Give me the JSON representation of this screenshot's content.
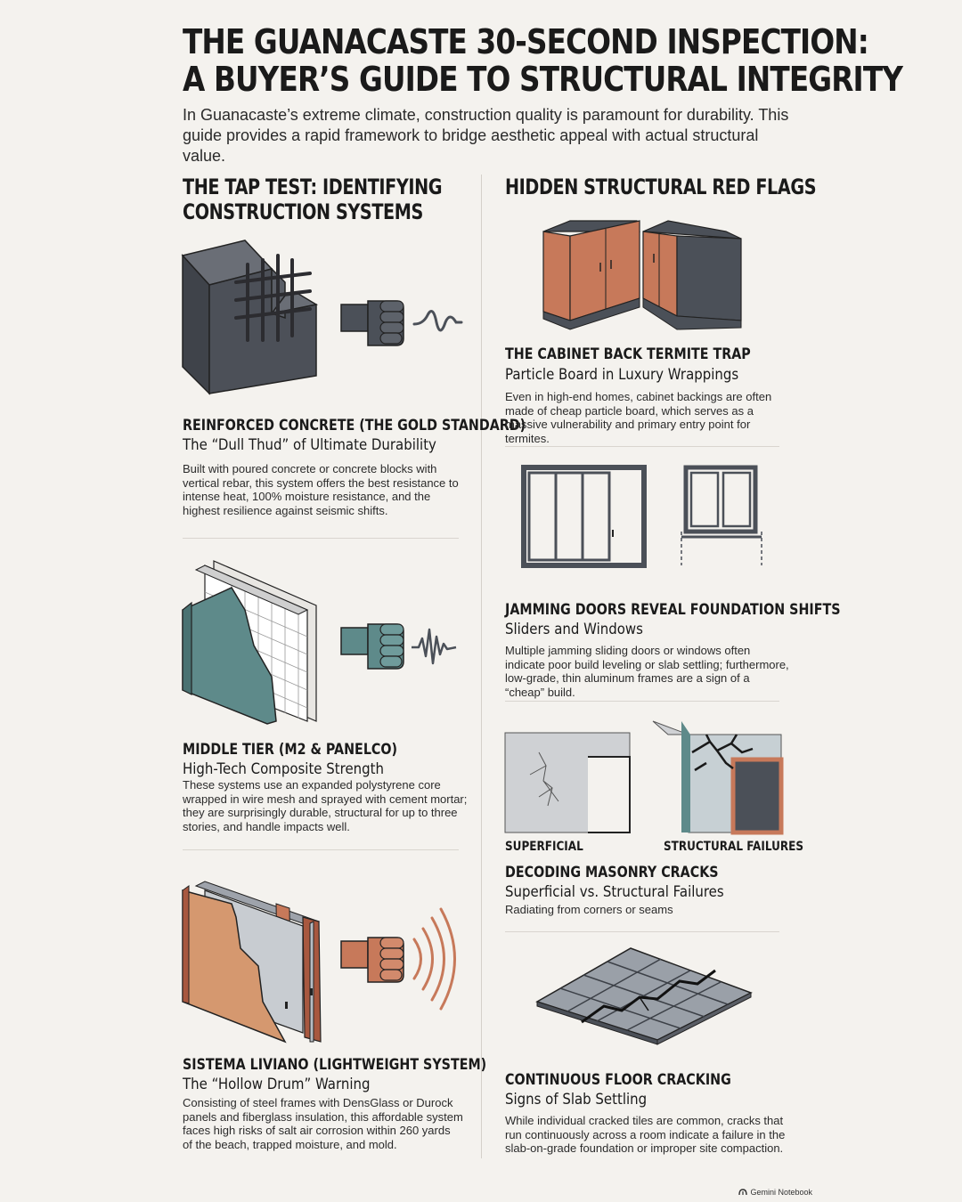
{
  "header": {
    "title_line1": "THE GUANACASTE 30-SECOND INSPECTION:",
    "title_line2": "A BUYER’S GUIDE TO STRUCTURAL INTEGRITY",
    "intro": "In Guanacaste’s extreme climate, construction quality is paramount for durability. This guide provides a rapid framework to bridge aesthetic appeal with actual structural value."
  },
  "left": {
    "heading_line1": "THE TAP TEST: IDENTIFYING",
    "heading_line2": "CONSTRUCTION SYSTEMS",
    "items": [
      {
        "title": "REINFORCED CONCRETE (THE GOLD STANDARD)",
        "subtitle": "The “Dull Thud” of Ultimate Durability",
        "body": "Built with poured concrete or concrete blocks with vertical rebar, this system offers the best resistance to intense heat, 100% moisture resistance, and the highest resilience against seismic shifts.",
        "icon": "reinforced-concrete-block"
      },
      {
        "title": "MIDDLE TIER (M2 & PANELCO)",
        "subtitle": "High-Tech Composite Strength",
        "body": "These systems use an expanded polystyrene core wrapped in wire mesh and sprayed with cement mortar; they are surprisingly durable, structural for up to three stories, and handle impacts well.",
        "icon": "composite-panel"
      },
      {
        "title": "SISTEMA LIVIANO (LIGHTWEIGHT SYSTEM)",
        "subtitle": "The “Hollow Drum” Warning",
        "body": "Consisting of steel frames with DensGlass or Durock panels and fiberglass insulation, this affordable system faces high risks of salt air corrosion within 260 yards of the beach, trapped moisture, and mold.",
        "icon": "steel-frame-panel"
      }
    ]
  },
  "right": {
    "heading": "HIDDEN STRUCTURAL RED FLAGS",
    "items": [
      {
        "title": "THE CABINET BACK TERMITE TRAP",
        "subtitle": "Particle Board in Luxury Wrappings",
        "body": "Even in high-end homes, cabinet backings are often made of cheap particle board, which serves as a massive vulnerability and primary entry point for termites.",
        "icon": "kitchen-cabinets"
      },
      {
        "title": "JAMMING DOORS REVEAL FOUNDATION SHIFTS",
        "subtitle": "Sliders and Windows",
        "body": "Multiple jamming sliding doors or windows often indicate poor build leveling or slab settling; furthermore, low-grade, thin aluminum frames are a sign of a “cheap” build.",
        "icon": "sliding-door-and-window"
      },
      {
        "label_left": "SUPERFICIAL",
        "label_right": "STRUCTURAL FAILURES",
        "title": "DECODING MASONRY CRACKS",
        "subtitle": "Superficial vs. Structural Failures",
        "body": "Radiating from corners or seams",
        "icon": "masonry-cracks"
      },
      {
        "title": "CONTINUOUS FLOOR CRACKING",
        "subtitle": "Signs of Slab Settling",
        "body": "While individual cracked tiles are common, cracks that run continuously across a room indicate a failure in the slab-on-grade foundation or improper site compaction.",
        "icon": "cracked-floor-tiles"
      }
    ]
  },
  "footer": {
    "brand": "Gemini Notebook"
  },
  "colors": {
    "background": "#f4f2ee",
    "slate": "#4b5058",
    "teal": "#5e8a8a",
    "copper": "#c7795a",
    "copper_dark": "#a8583f"
  }
}
